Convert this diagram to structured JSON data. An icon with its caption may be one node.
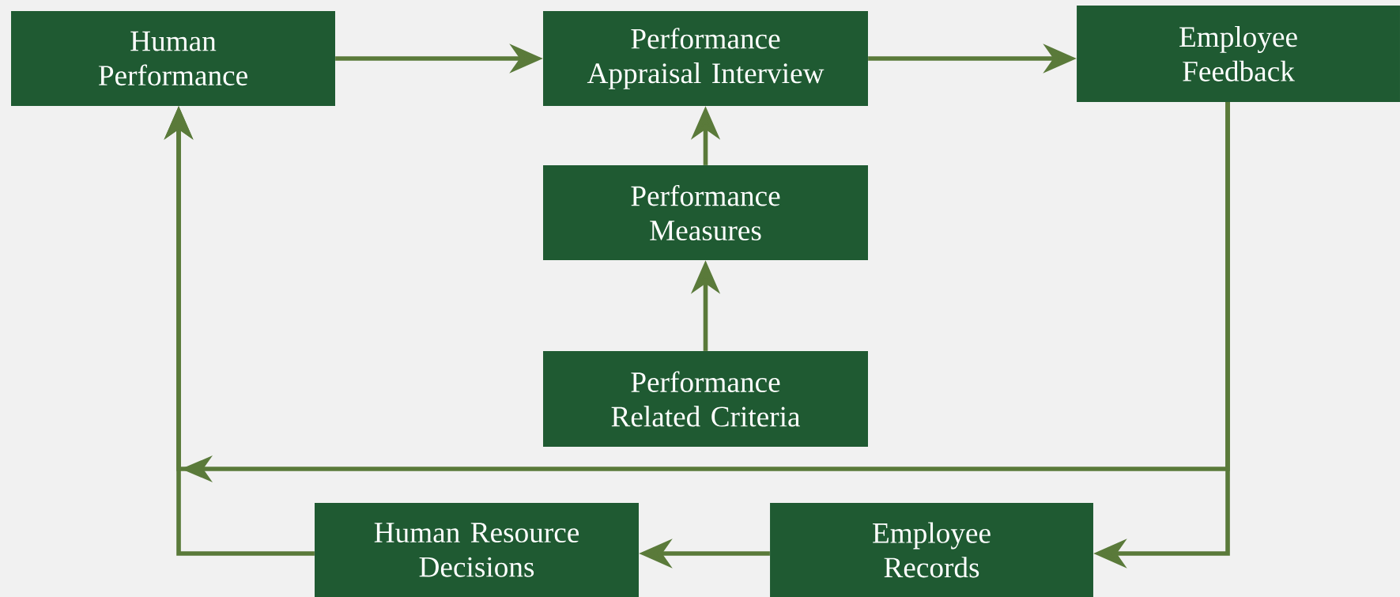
{
  "diagram": {
    "nodes": [
      {
        "text": [
          "Human Performance"
        ]
      },
      {
        "text": [
          "Performance Appraisal Interview"
        ]
      },
      {
        "text": [
          "Employee Feedback"
        ]
      },
      {
        "text": [
          "Performance Measures"
        ]
      },
      {
        "text": [
          "Performance Related Criteria"
        ]
      },
      {
        "text": [
          "Human Resource Decisions"
        ]
      },
      {
        "text": [
          "Employee Records"
        ]
      }
    ],
    "edges": [
      {
        "from": 0,
        "to": 1,
        "arrow": "to"
      },
      {
        "from": 1,
        "to": 2,
        "arrow": "to"
      },
      {
        "from": 3,
        "to": 1,
        "arrow": "to"
      },
      {
        "from": 4,
        "to": 3,
        "arrow": "to"
      },
      {
        "from": 2,
        "to": 6,
        "arrow": "to"
      },
      {
        "from": 6,
        "to": 5,
        "arrow": "to"
      },
      {
        "from": 5,
        "to": 0,
        "arrow": "to"
      },
      {
        "from": 2,
        "to": 0,
        "arrow": "to"
      }
    ]
  }
}
